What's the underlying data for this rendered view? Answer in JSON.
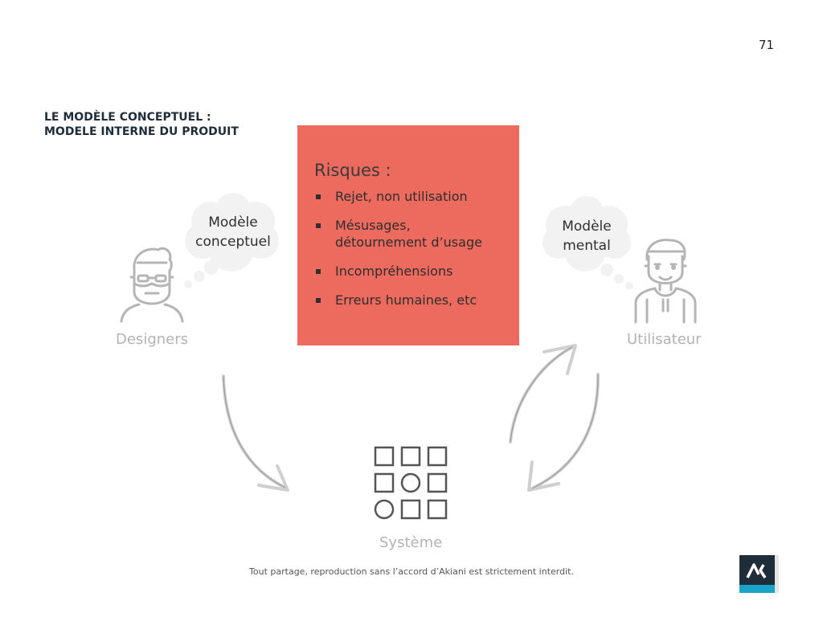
{
  "page_number": "71",
  "title": {
    "line1": "LE MODÈLE CONCEPTUEL :",
    "line2": "MODELE INTERNE DU PRODUIT"
  },
  "risks": {
    "heading": "Risques :",
    "items": [
      {
        "line1": "Rejet, non utilisation",
        "line2": ""
      },
      {
        "line1": "Mésusages,",
        "line2": "détournement d’usage"
      },
      {
        "line1": "Incompréhensions",
        "line2": ""
      },
      {
        "line1": "Erreurs humaines, etc",
        "line2": ""
      }
    ]
  },
  "designers": {
    "bubble_line1": "Modèle",
    "bubble_line2": "conceptuel",
    "label": "Designers",
    "icon": "bearded-man-icon"
  },
  "user": {
    "bubble_line1": "Modèle",
    "bubble_line2": "mental",
    "label": "Utilisateur",
    "icon": "young-man-icon"
  },
  "system": {
    "label": "Système",
    "icon": "grid-of-shapes-icon"
  },
  "footer": "Tout partage, reproduction sans l’accord d’Akiani est strictement interdit.",
  "colors": {
    "accent": "#ec6b5e",
    "bubble": "#f2f2f2",
    "icon_stroke": "#b5b5b5",
    "system_stroke": "#555555",
    "logo_dark": "#1f2d3a",
    "logo_blue": "#1aa3c9"
  }
}
